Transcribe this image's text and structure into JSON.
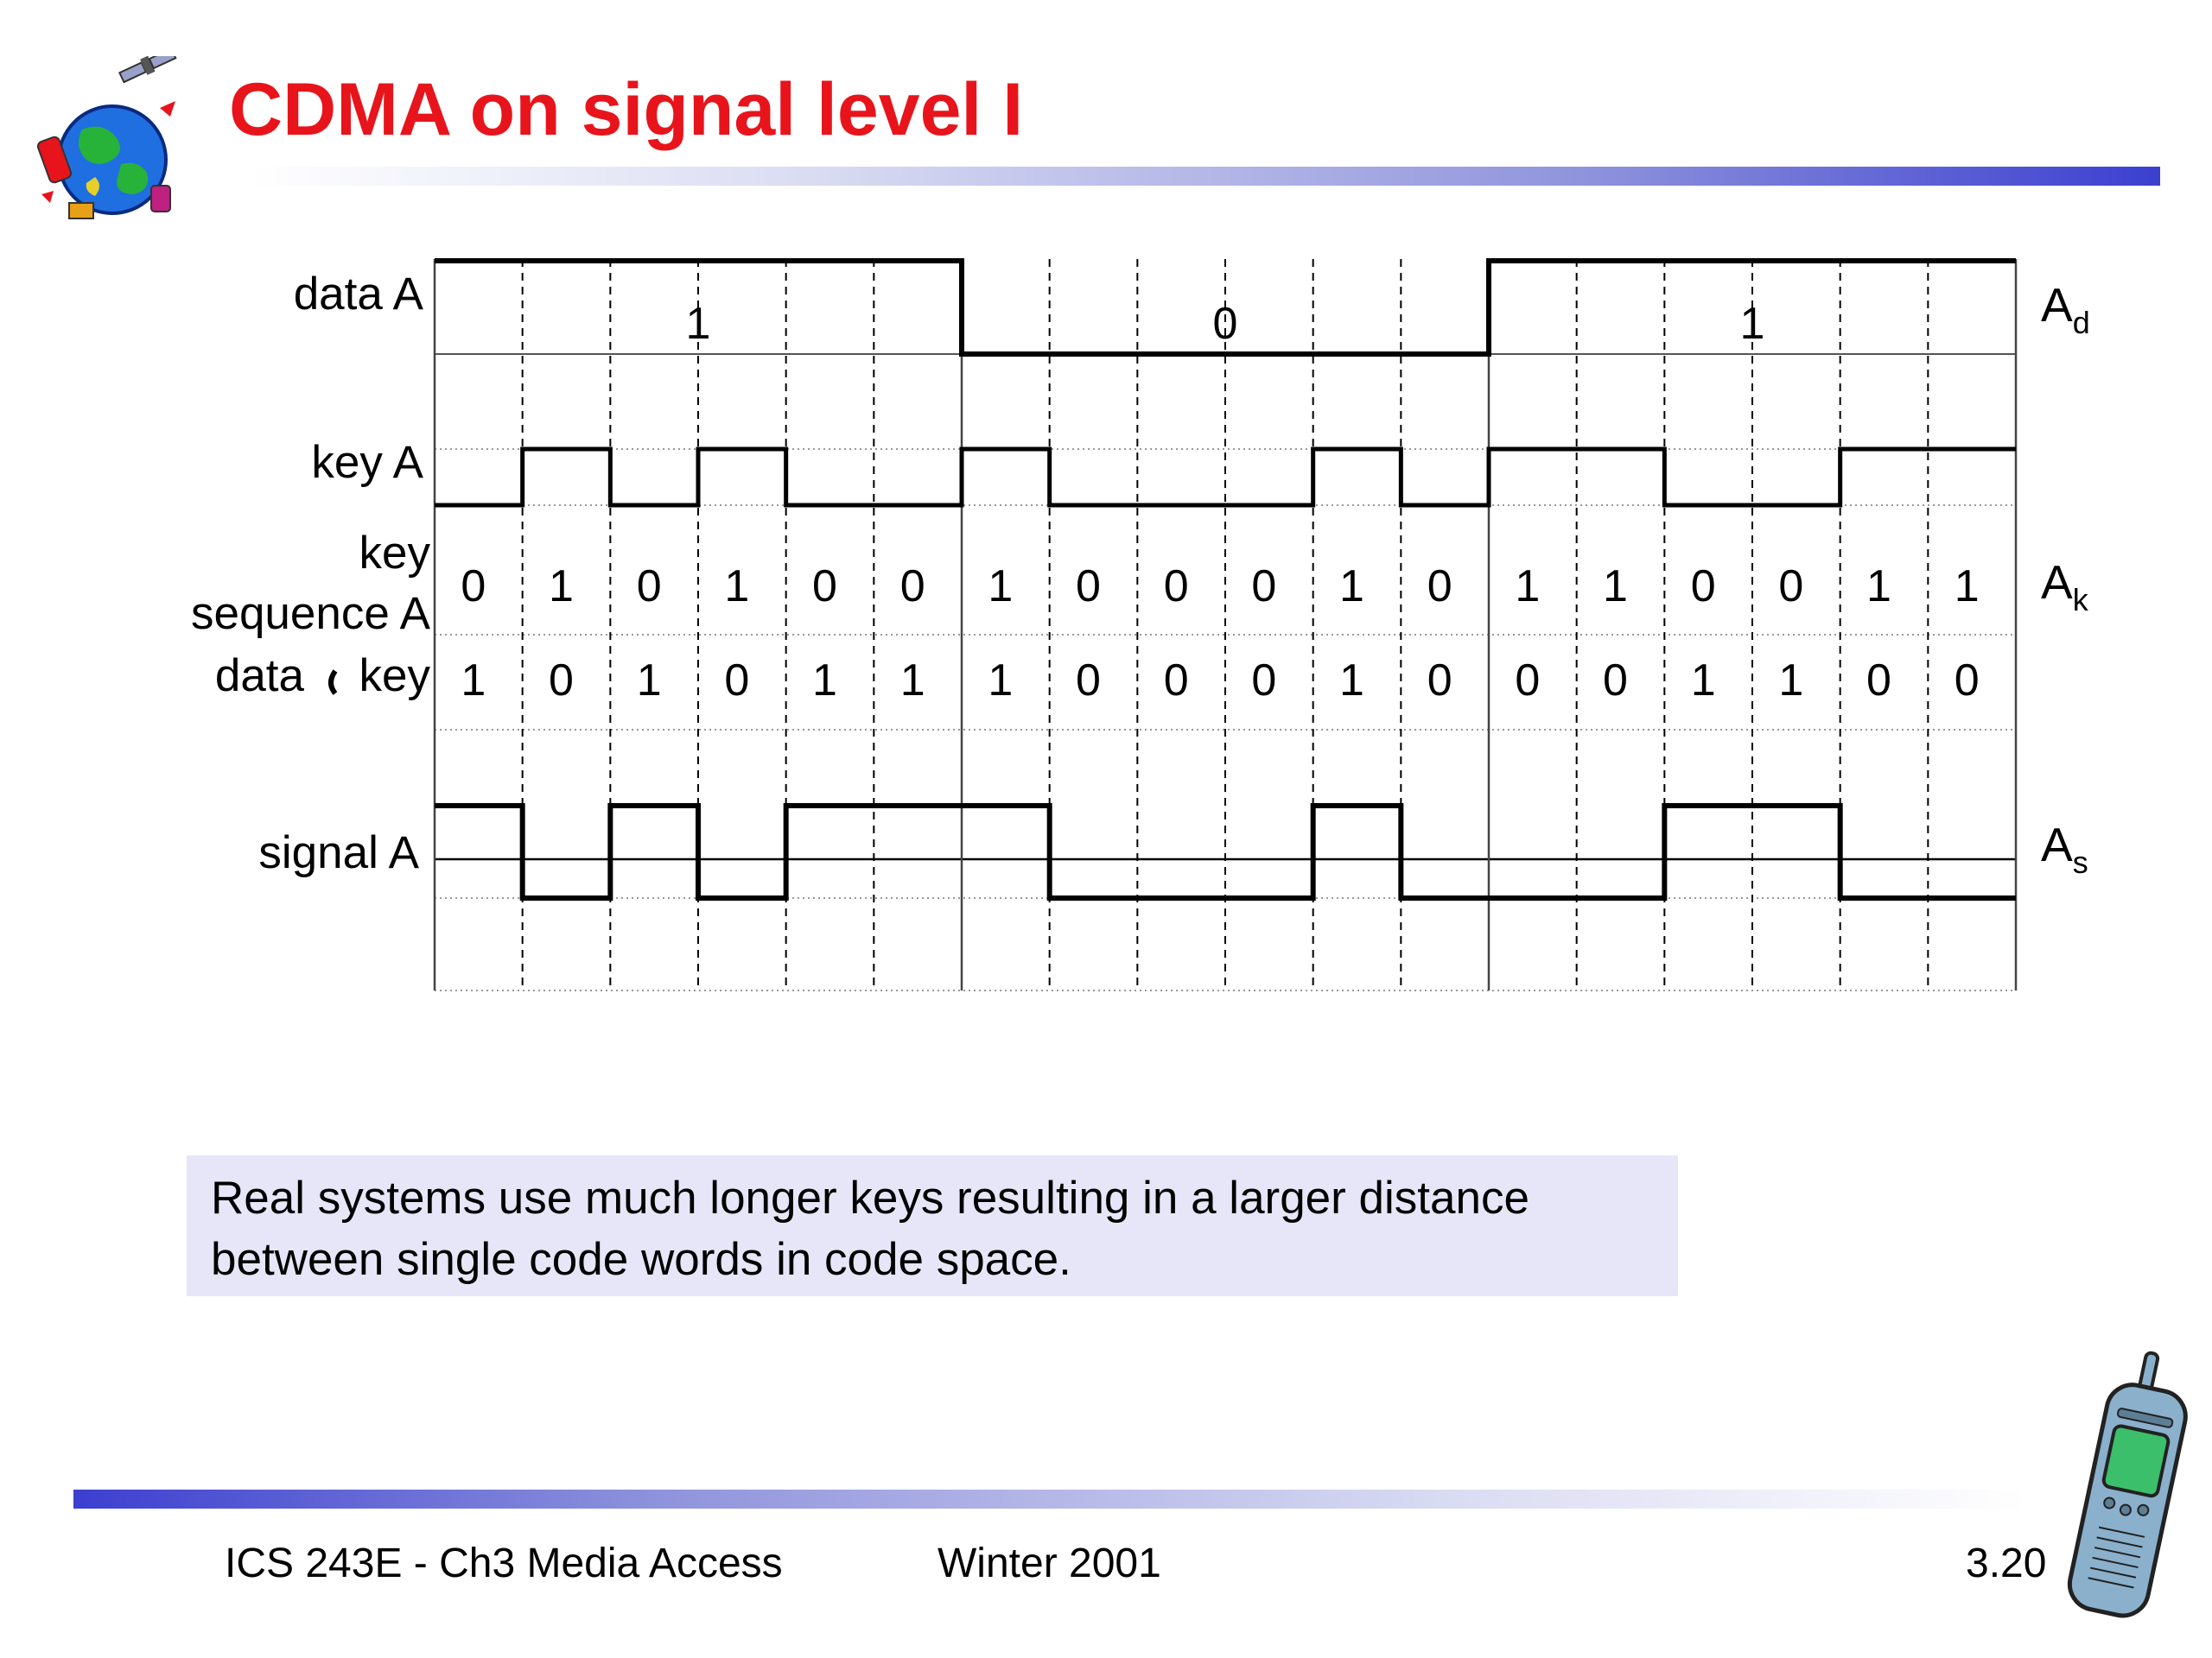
{
  "slide": {
    "title": "CDMA on signal level I",
    "note_lines": [
      "Real systems use much longer keys resulting in a larger distance",
      "between single code words in code space."
    ],
    "footer_left": "ICS 243E -  Ch3 Media Access",
    "footer_center": "Winter 2001",
    "footer_page": "3.20"
  },
  "diagram": {
    "row_labels": {
      "data": "data A",
      "key": "key A",
      "key_sequence_1": "key",
      "key_sequence_2": "sequence A",
      "xor_1": "data",
      "xor_2": "key",
      "signal": "signal A"
    },
    "data_bits": [
      "1",
      "0",
      "1"
    ],
    "key_sequence": [
      "0",
      "1",
      "0",
      "1",
      "0",
      "0",
      "1",
      "0",
      "0",
      "0",
      "1",
      "0",
      "1",
      "1",
      "0",
      "0",
      "1",
      "1"
    ],
    "xor_sequence": [
      "1",
      "0",
      "1",
      "0",
      "1",
      "1",
      "1",
      "0",
      "0",
      "0",
      "1",
      "0",
      "0",
      "0",
      "1",
      "1",
      "0",
      "0"
    ],
    "right_labels": {
      "data": {
        "base": "A",
        "sub": "d"
      },
      "key_sequence": {
        "base": "A",
        "sub": "k"
      },
      "signal": {
        "base": "A",
        "sub": "s"
      }
    }
  },
  "colors": {
    "title": "#e8141b",
    "note_bg": "#e6e6f8",
    "bar_dark": "#3b3fd0"
  },
  "icons": {
    "logo": "globe-communications-icon",
    "phone": "mobile-phone-icon"
  }
}
